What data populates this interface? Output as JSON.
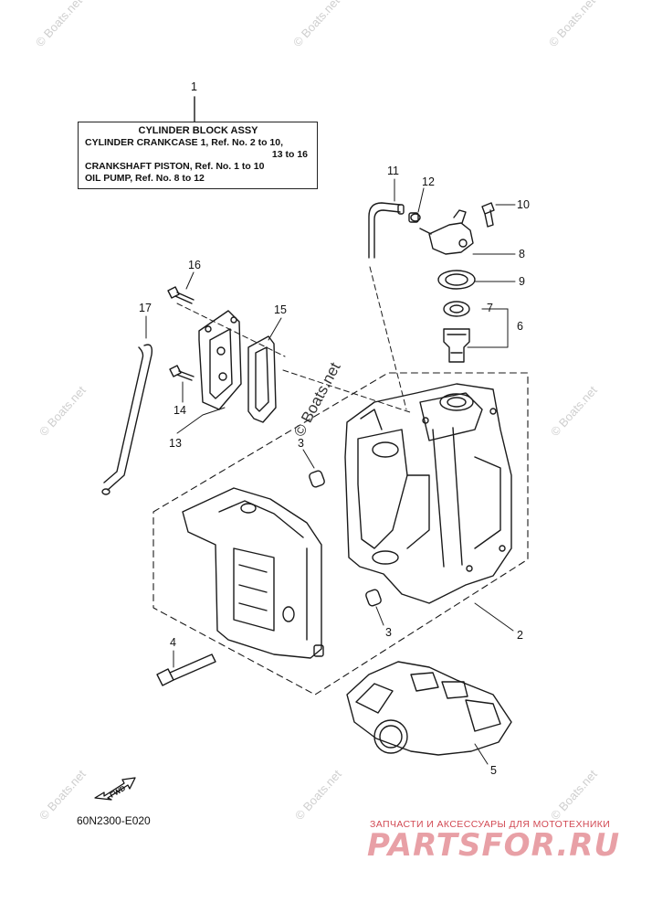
{
  "diagram": {
    "note": {
      "title": "CYLINDER BLOCK ASSY",
      "line1": "CYLINDER CRANKCASE 1,  Ref. No. 2 to 10,",
      "line2": "13  to  16",
      "line3": "CRANKSHAFT PISTON,  Ref. No. 1 to 10",
      "line4": "OIL PUMP,  Ref. No. 8 to 12"
    },
    "callouts": [
      "1",
      "2",
      "3",
      "3",
      "4",
      "5",
      "6",
      "7",
      "8",
      "9",
      "10",
      "11",
      "12",
      "13",
      "14",
      "15",
      "16",
      "17"
    ],
    "diagram_code": "60N2300-E020",
    "fwd_label": "FWD",
    "watermark": "© Boats.net",
    "center_watermark": "© Boats.net"
  },
  "branding": {
    "tagline": "ЗАПЧАСТИ И АКСЕССУАРЫ ДЛЯ МОТОТЕХНИКИ",
    "name": "PARTSFOR.RU"
  }
}
